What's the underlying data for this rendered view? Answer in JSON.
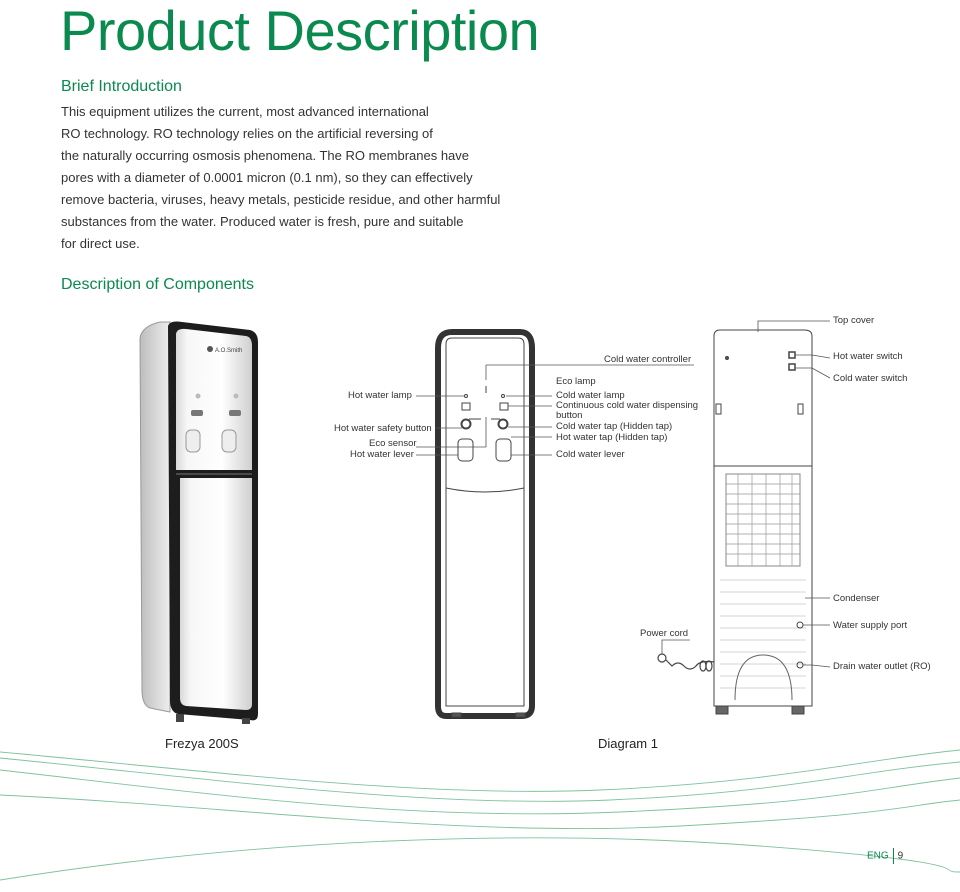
{
  "page_title": "Product Description",
  "intro": {
    "heading": "Brief Introduction",
    "lines": [
      "This equipment utilizes the current, most advanced international",
      "RO technology. RO technology relies on the artificial reversing of",
      "the naturally occurring osmosis phenomena. The RO membranes have",
      "pores with a diameter of 0.0001 micron (0.1 nm), so they can effectively",
      "remove bacteria, viruses, heavy metals, pesticide residue, and other harmful",
      "substances from the water. Produced water is fresh, pure and suitable",
      "for direct use."
    ]
  },
  "components": {
    "heading": "Description of Components",
    "brand_logo_text": "A.O.Smith",
    "front_labels": {
      "hot_water_lamp": "Hot water lamp",
      "hot_water_safety_button": "Hot water safety button",
      "eco_sensor": "Eco sensor",
      "hot_water_lever": "Hot water lever",
      "cold_water_controller": "Cold water controller",
      "eco_lamp": "Eco lamp",
      "cold_water_lamp": "Cold water lamp",
      "continuous_dispensing_1": "Continuous cold water dispensing",
      "continuous_dispensing_2": "button",
      "cold_water_tap": "Cold water tap (Hidden tap)",
      "hot_water_tap": "Hot water tap (Hidden tap)",
      "cold_water_lever": "Cold water lever"
    },
    "back_labels": {
      "top_cover": "Top cover",
      "hot_water_switch": "Hot water switch",
      "cold_water_switch": "Cold water switch",
      "condenser": "Condenser",
      "power_cord": "Power cord",
      "water_supply_port": "Water supply port",
      "drain_water_outlet": "Drain water outlet (RO)"
    },
    "caption_product": "Frezya 200S",
    "caption_diagram": "Diagram 1"
  },
  "footer": {
    "lang": "ENG",
    "page": "9"
  },
  "colors": {
    "accent": "#0a8a4e"
  }
}
